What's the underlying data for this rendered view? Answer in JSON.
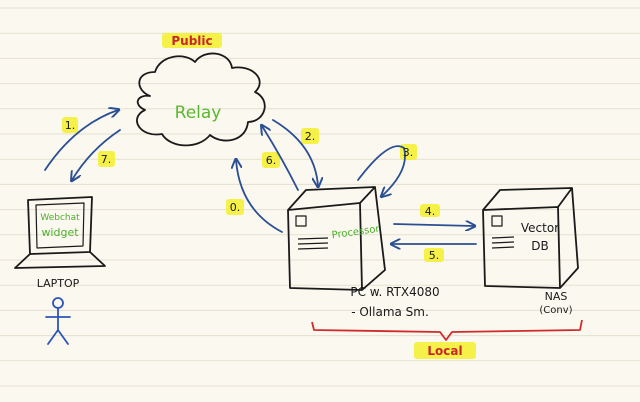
{
  "colors": {
    "paper": "#fbf8ef",
    "rule": "#e4dfd1",
    "ink": "#1a1a1a",
    "arrow": "#2a4f93",
    "cloud_text": "#59b82f",
    "device_text": "#4caf2c",
    "highlight": "#f4f02c",
    "zone_label": "#c6282c",
    "bracket": "#d22a2a",
    "person": "#2c55b8"
  },
  "zones": {
    "public_label": "Public",
    "local_label": "Local"
  },
  "nodes": {
    "relay": "Relay",
    "laptop": {
      "screen_line1": "Webchat",
      "screen_line2": "widget",
      "label": "LAPTOP"
    },
    "pc": {
      "chip": "Processor",
      "caption_line1": "PC w. RTX4080",
      "caption_line2": "- Ollama Sm."
    },
    "nas": {
      "face_line1": "Vector",
      "face_line2": "DB",
      "caption_line1": "NAS",
      "caption_line2": "(Conv)"
    }
  },
  "steps": {
    "s0": "0.",
    "s1": "1.",
    "s2": "2.",
    "s3": "3.",
    "s4": "4.",
    "s5": "5.",
    "s6": "6.",
    "s7": "7."
  }
}
